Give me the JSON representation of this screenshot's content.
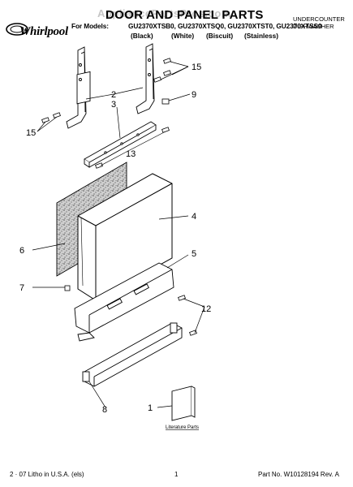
{
  "header": {
    "brand": "Whirlpool",
    "watermark": "AppliancePartsPros.com",
    "title": "DOOR AND PANEL PARTS",
    "models_label": "For Models:",
    "models": "GU2370XTSB0, GU2370XTSQ0, GU2370XTST0, GU2370XTSS0",
    "colors": [
      "(Black)",
      "(White)",
      "(Biscuit)",
      "(Stainless)"
    ],
    "appliance_line1": "UNDERCOUNTER",
    "appliance_line2": "DISHWASHER"
  },
  "callouts": {
    "c1": "1",
    "c2": "2",
    "c3": "3",
    "c4": "4",
    "c5": "5",
    "c6": "6",
    "c7": "7",
    "c8": "8",
    "c9": "9",
    "c12": "12",
    "c13": "13",
    "c15a": "15",
    "c15b": "15"
  },
  "literature_label": "Literature Parts",
  "footer": {
    "left": "2 · 07 Litho in U.S.A. (els)",
    "page": "1",
    "right": "Part No. W10128194 Rev. A"
  },
  "colors": {
    "ink": "#000000",
    "panel_texture": "#8a8a8a"
  }
}
